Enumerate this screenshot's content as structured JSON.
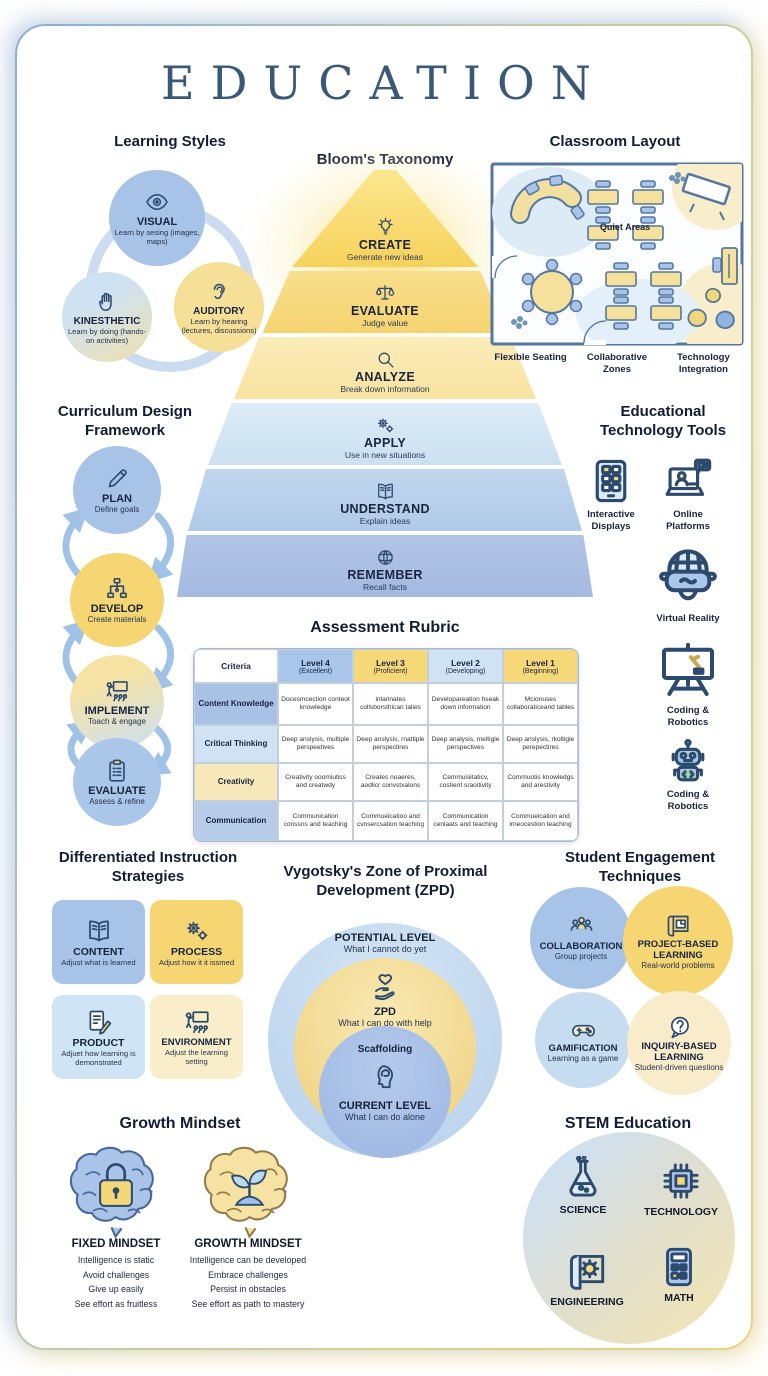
{
  "title": "EDUCATION",
  "accent_colors": {
    "navy": "#2c4a6e",
    "blue": "#a7c3e7",
    "light_blue": "#cfe4f4",
    "yellow": "#f5d673",
    "pale_yellow": "#f8eccb"
  },
  "learning_styles": {
    "title": "Learning Styles",
    "items": [
      {
        "name": "VISUAL",
        "desc": "Learn by sesing (images, maps)",
        "icon": "eye-icon"
      },
      {
        "name": "KINESTHETIC",
        "desc": "Learn by doing (hands-on activities)",
        "icon": "hand-icon"
      },
      {
        "name": "AUDITORY",
        "desc": "Learn by hearing (lectures, discussions)",
        "icon": "ear-icon"
      }
    ]
  },
  "blooms": {
    "title": "Bloom's Taxonomy",
    "levels": [
      {
        "name": "CREATE",
        "desc": "Generate new ideas",
        "icon": "lightbulb-icon"
      },
      {
        "name": "EVALUATE",
        "desc": "Judge value",
        "icon": "scales-icon"
      },
      {
        "name": "ANALYZE",
        "desc": "Break down information",
        "icon": "magnifier-icon"
      },
      {
        "name": "APPLY",
        "desc": "Use in new situations",
        "icon": "gears-icon"
      },
      {
        "name": "UNDERSTAND",
        "desc": "Explain ideas",
        "icon": "book-icon"
      },
      {
        "name": "REMEMBER",
        "desc": "Recall facts",
        "icon": "brain-icon"
      }
    ]
  },
  "classroom": {
    "title": "Classroom Layout",
    "inner_label": "Quiet Areas",
    "labels": [
      "Flexible Seating",
      "Collaborative Zones",
      "Technology Integration"
    ]
  },
  "curriculum": {
    "title": "Curriculum Design Framework",
    "steps": [
      {
        "name": "PLAN",
        "desc": "Define goals",
        "icon": "pencil-icon"
      },
      {
        "name": "DEVELOP",
        "desc": "Create materials",
        "icon": "flowchart-icon"
      },
      {
        "name": "IMPLEMENT",
        "desc": "Toach & engage",
        "icon": "presenter-icon"
      },
      {
        "name": "EVALUATE",
        "desc": "Assess & refine",
        "icon": "clipboard-icon"
      }
    ]
  },
  "edtech": {
    "title": "Educational Technology Tools",
    "tools": [
      {
        "name": "Interactive Displays",
        "icon": "tablet-icon"
      },
      {
        "name": "Online Platforms",
        "icon": "laptop-video-icon"
      },
      {
        "name": "Virtual Reality",
        "icon": "vr-headset-icon"
      },
      {
        "name": "Coding & Robotics",
        "icon": "whiteboard-icon"
      },
      {
        "name": "Coding & Robotics",
        "icon": "robot-icon"
      }
    ]
  },
  "rubric": {
    "title": "Assessment Rubric",
    "headers": [
      {
        "label": "Criteria",
        "sub": ""
      },
      {
        "label": "Level 4",
        "sub": "(Excellent)"
      },
      {
        "label": "Level 3",
        "sub": "(Proficient)"
      },
      {
        "label": "Level 2",
        "sub": "(Developing)"
      },
      {
        "label": "Level 1",
        "sub": "(Beginning)"
      }
    ],
    "rows": [
      {
        "label": "Content Knowledge",
        "cells": [
          "Docesmcection conteot knowledge",
          "inlarinates collsborsthican talies",
          "Developareation hseak down information",
          "Mcionuses collaboraticeand tables"
        ]
      },
      {
        "label": "Critical Thinking",
        "cells": [
          "Deep anslysis, multiple perspeetives",
          "Deep anslysis, rnattiple perspectires",
          "Deep analysis, meltigle perspectives",
          "Deep anslysis, rkoltigle perepectires"
        ]
      },
      {
        "label": "Creativity",
        "cells": [
          "Creativity ooomiutiss and creatwdy",
          "Creates noaeres, aodlicr convstxalons",
          "Cemmusiitaticv, costient sraoitivity",
          "Commuotis knowledgs and arestivity"
        ]
      },
      {
        "label": "Communication",
        "cells": [
          "Communication conssns and teaching",
          "Commueicatioo and cvnsercsation teaching",
          "Communication cenlaats and teaching",
          "Commueication and irneocestion teaching"
        ]
      }
    ]
  },
  "differentiated": {
    "title": "Differentiated Instruction Strategies",
    "cards": [
      {
        "name": "CONTENT",
        "desc": "Adjust what is learned",
        "icon": "book-icon"
      },
      {
        "name": "PROCESS",
        "desc": "Adjust how it it issmed",
        "icon": "gears-icon"
      },
      {
        "name": "PRODUCT",
        "desc": "Adjuet how learning is demonstrated",
        "icon": "document-pencil-icon"
      },
      {
        "name": "ENVIRONMENT",
        "desc": "Adjust the learning setting",
        "icon": "presenter-icon"
      }
    ]
  },
  "zpd": {
    "title": "Vygotsky's Zone of Proximal Development (ZPD)",
    "outer": {
      "name": "POTENTIAL LEVEL",
      "desc": "What I cannot do yet"
    },
    "middle": {
      "name": "ZPD",
      "desc": "What I can do with help",
      "icon": "heart-hand-icon"
    },
    "scaffolding": "Scaffolding",
    "inner": {
      "name": "CURRENT LEVEL",
      "desc": "What I can do alone",
      "icon": "head-brain-icon"
    }
  },
  "engagement": {
    "title": "Student Engagement Techniques",
    "items": [
      {
        "name": "COLLABORATION",
        "desc": "Group projects",
        "icon": "people-icon"
      },
      {
        "name": "PROJECT-BASED LEARNING",
        "desc": "Real-world problems",
        "icon": "blueprint-icon"
      },
      {
        "name": "GAMIFICATION",
        "desc": "Learning as a game",
        "icon": "gamepad-icon"
      },
      {
        "name": "INQUIRY-BASED LEARNING",
        "desc": "Student-driven questions",
        "icon": "question-bubble-icon"
      }
    ]
  },
  "growth_mindset": {
    "title": "Growth Mindset",
    "fixed": {
      "name": "FIXED MINDSET",
      "points": [
        "Intelligence is static",
        "Avoid challenges",
        "Give up easily",
        "See effort as fruitless"
      ]
    },
    "growth": {
      "name": "GROWTH MINDSET",
      "points": [
        "Intelligence can be developed",
        "Embrace challenges",
        "Persist in obstacles",
        "See effort as path to mastery"
      ]
    }
  },
  "stem": {
    "title": "STEM Education",
    "items": [
      {
        "name": "SCIENCE",
        "icon": "flask-icon"
      },
      {
        "name": "TECHNOLOGY",
        "icon": "chip-icon"
      },
      {
        "name": "ENGINEERING",
        "icon": "blueprint-gear-icon"
      },
      {
        "name": "MATH",
        "icon": "calculator-icon"
      }
    ]
  }
}
